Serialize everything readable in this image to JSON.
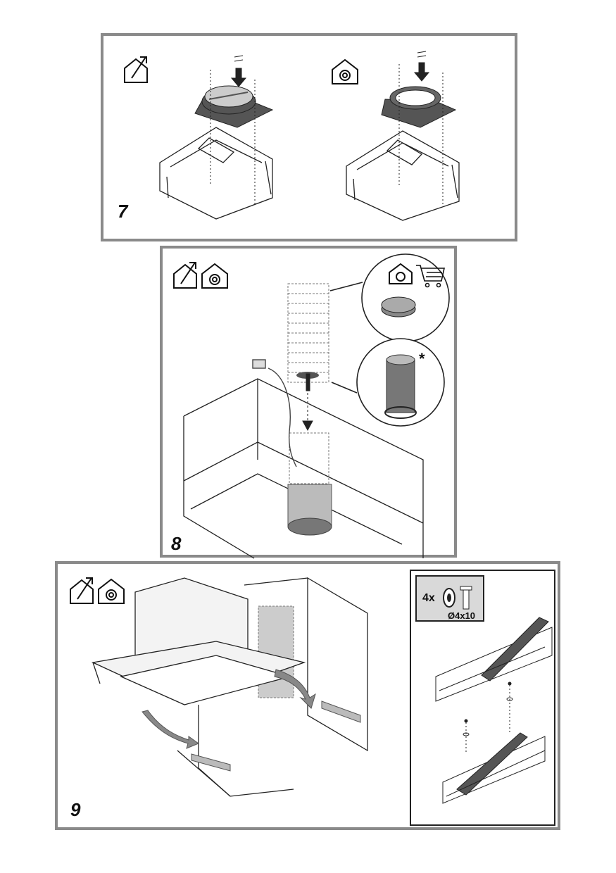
{
  "steps": [
    {
      "number": "7",
      "icons": [
        "extraction-mode-icon",
        "recirculation-mode-icon"
      ]
    },
    {
      "number": "8",
      "icons": [
        "extraction-mode-icon",
        "recirculation-mode-icon"
      ],
      "callout_mark": "*"
    },
    {
      "number": "9",
      "icons": [
        "extraction-mode-icon",
        "recirculation-mode-icon"
      ]
    }
  ],
  "kit": {
    "quantity": "4x",
    "screw_size": "Ø4x10"
  },
  "colors": {
    "frame": "#8a8a8a",
    "line": "#222222",
    "part_dark": "#555555",
    "part_mid": "#9a9a9a"
  }
}
